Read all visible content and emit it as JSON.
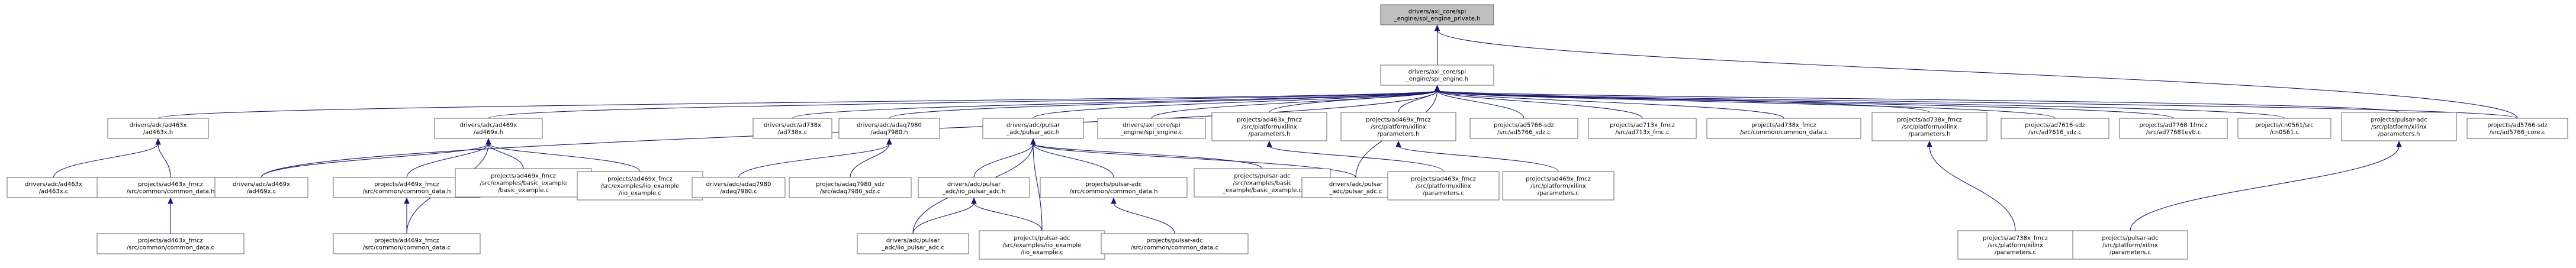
{
  "colors": {
    "edge": "#191970",
    "node_border": "#666666",
    "node_fill": "#ffffff",
    "focus_fill": "#bfbfbf",
    "text": "#000000"
  },
  "focus_node": "n0",
  "nodes": [
    {
      "id": "n0",
      "lines": [
        "drivers/axi_core/spi",
        "_engine/spi_engine_private.h"
      ]
    },
    {
      "id": "n1",
      "lines": [
        "drivers/axi_core/spi",
        "_engine/spi_engine.h"
      ]
    },
    {
      "id": "n2",
      "lines": [
        "projects/ad5766-sdz",
        "/src/ad5766_core.c"
      ]
    },
    {
      "id": "n3",
      "lines": [
        "drivers/adc/ad463x",
        "/ad463x.h"
      ]
    },
    {
      "id": "n4",
      "lines": [
        "drivers/adc/ad469x",
        "/ad469x.h"
      ]
    },
    {
      "id": "n5",
      "lines": [
        "drivers/adc/ad738x",
        "/ad738x.c"
      ]
    },
    {
      "id": "n6",
      "lines": [
        "drivers/adc/adaq7980",
        "/adaq7980.h"
      ]
    },
    {
      "id": "n7",
      "lines": [
        "drivers/adc/pulsar",
        "_adc/pulsar_adc.h"
      ]
    },
    {
      "id": "n8",
      "lines": [
        "drivers/axi_core/spi",
        "_engine/spi_engine.c"
      ]
    },
    {
      "id": "n9",
      "lines": [
        "projects/ad463x_fmcz",
        "/src/platform/xilinx",
        "/parameters.h"
      ]
    },
    {
      "id": "n10",
      "lines": [
        "projects/ad469x_fmcz",
        "/src/platform/xilinx",
        "/parameters.h"
      ]
    },
    {
      "id": "n11",
      "lines": [
        "projects/ad5766-sdz",
        "/src/ad5766_sdz.c"
      ]
    },
    {
      "id": "n12",
      "lines": [
        "projects/ad713x_fmcz",
        "/src/ad713x_fmc.c"
      ]
    },
    {
      "id": "n13",
      "lines": [
        "projects/ad738x_fmcz",
        "/src/common/common_data.c"
      ]
    },
    {
      "id": "n14",
      "lines": [
        "projects/ad738x_fmcz",
        "/src/platform/xilinx",
        "/parameters.h"
      ]
    },
    {
      "id": "n15",
      "lines": [
        "projects/ad7616-sdz",
        "/src/ad7616_sdz.c"
      ]
    },
    {
      "id": "n16",
      "lines": [
        "projects/ad7768-1fmcz",
        "/src/ad77681evb.c"
      ]
    },
    {
      "id": "n17",
      "lines": [
        "projects/cn0561/src",
        "/cn0561.c"
      ]
    },
    {
      "id": "n18",
      "lines": [
        "projects/pulsar-adc",
        "/src/platform/xilinx",
        "/parameters.h"
      ]
    },
    {
      "id": "n19",
      "lines": [
        "drivers/adc/ad463x",
        "/ad463x.c"
      ]
    },
    {
      "id": "n20",
      "lines": [
        "projects/ad463x_fmcz",
        "/src/common/common_data.h"
      ]
    },
    {
      "id": "n21",
      "lines": [
        "drivers/adc/ad469x",
        "/ad469x.c"
      ]
    },
    {
      "id": "n22",
      "lines": [
        "projects/ad469x_fmcz",
        "/src/common/common_data.h"
      ]
    },
    {
      "id": "n23",
      "lines": [
        "projects/ad469x_fmcz",
        "/src/examples/basic_example",
        "/basic_example.c"
      ]
    },
    {
      "id": "n24",
      "lines": [
        "projects/ad469x_fmcz",
        "/src/examples/iio_example",
        "/iio_example.c"
      ]
    },
    {
      "id": "n25",
      "lines": [
        "drivers/adc/adaq7980",
        "/adaq7980.c"
      ]
    },
    {
      "id": "n26",
      "lines": [
        "projects/adaq7980_sdz",
        "/src/adaq7980_sdz.c"
      ]
    },
    {
      "id": "n27",
      "lines": [
        "drivers/adc/pulsar",
        "_adc/iio_pulsar_adc.h"
      ]
    },
    {
      "id": "n28",
      "lines": [
        "projects/pulsar-adc",
        "/src/common/common_data.h"
      ]
    },
    {
      "id": "n29",
      "lines": [
        "projects/pulsar-adc",
        "/src/examples/basic",
        "_example/basic_example.c"
      ]
    },
    {
      "id": "n30",
      "lines": [
        "drivers/adc/pulsar",
        "_adc/pulsar_adc.c"
      ]
    },
    {
      "id": "n31",
      "lines": [
        "projects/ad463x_fmcz",
        "/src/platform/xilinx",
        "/parameters.c"
      ]
    },
    {
      "id": "n32",
      "lines": [
        "projects/ad469x_fmcz",
        "/src/platform/xilinx",
        "/parameters.c"
      ]
    },
    {
      "id": "n33",
      "lines": [
        "projects/ad738x_fmcz",
        "/src/platform/xilinx",
        "/parameters.c"
      ]
    },
    {
      "id": "n34",
      "lines": [
        "projects/pulsar-adc",
        "/src/platform/xilinx",
        "/parameters.c"
      ]
    },
    {
      "id": "n35",
      "lines": [
        "projects/ad463x_fmcz",
        "/src/common/common_data.c"
      ]
    },
    {
      "id": "n36",
      "lines": [
        "projects/ad469x_fmcz",
        "/src/common/common_data.c"
      ]
    },
    {
      "id": "n37",
      "lines": [
        "drivers/adc/pulsar",
        "_adc/iio_pulsar_adc.c"
      ]
    },
    {
      "id": "n38",
      "lines": [
        "projects/pulsar-adc",
        "/src/examples/iio_example",
        "/iio_example.c"
      ]
    },
    {
      "id": "n39",
      "lines": [
        "projects/pulsar-adc",
        "/src/common/common_data.c"
      ]
    }
  ],
  "edges": [
    [
      "n0",
      "n1"
    ],
    [
      "n0",
      "n2"
    ],
    [
      "n1",
      "n3"
    ],
    [
      "n1",
      "n4"
    ],
    [
      "n1",
      "n5"
    ],
    [
      "n1",
      "n6"
    ],
    [
      "n1",
      "n7"
    ],
    [
      "n1",
      "n8"
    ],
    [
      "n1",
      "n9"
    ],
    [
      "n1",
      "n10"
    ],
    [
      "n1",
      "n11"
    ],
    [
      "n1",
      "n12"
    ],
    [
      "n1",
      "n13"
    ],
    [
      "n1",
      "n14"
    ],
    [
      "n1",
      "n15"
    ],
    [
      "n1",
      "n16"
    ],
    [
      "n1",
      "n17"
    ],
    [
      "n1",
      "n18"
    ],
    [
      "n1",
      "n2"
    ],
    [
      "n1",
      "n21"
    ],
    [
      "n1",
      "n30"
    ],
    [
      "n3",
      "n19"
    ],
    [
      "n3",
      "n20"
    ],
    [
      "n20",
      "n35"
    ],
    [
      "n4",
      "n21"
    ],
    [
      "n4",
      "n22"
    ],
    [
      "n4",
      "n23"
    ],
    [
      "n4",
      "n24"
    ],
    [
      "n4",
      "n36"
    ],
    [
      "n22",
      "n36"
    ],
    [
      "n6",
      "n25"
    ],
    [
      "n6",
      "n26"
    ],
    [
      "n7",
      "n27"
    ],
    [
      "n7",
      "n28"
    ],
    [
      "n7",
      "n29"
    ],
    [
      "n7",
      "n30"
    ],
    [
      "n7",
      "n37"
    ],
    [
      "n7",
      "n38"
    ],
    [
      "n27",
      "n37"
    ],
    [
      "n27",
      "n38"
    ],
    [
      "n28",
      "n39"
    ],
    [
      "n9",
      "n31"
    ],
    [
      "n10",
      "n32"
    ],
    [
      "n14",
      "n33"
    ],
    [
      "n18",
      "n34"
    ]
  ]
}
